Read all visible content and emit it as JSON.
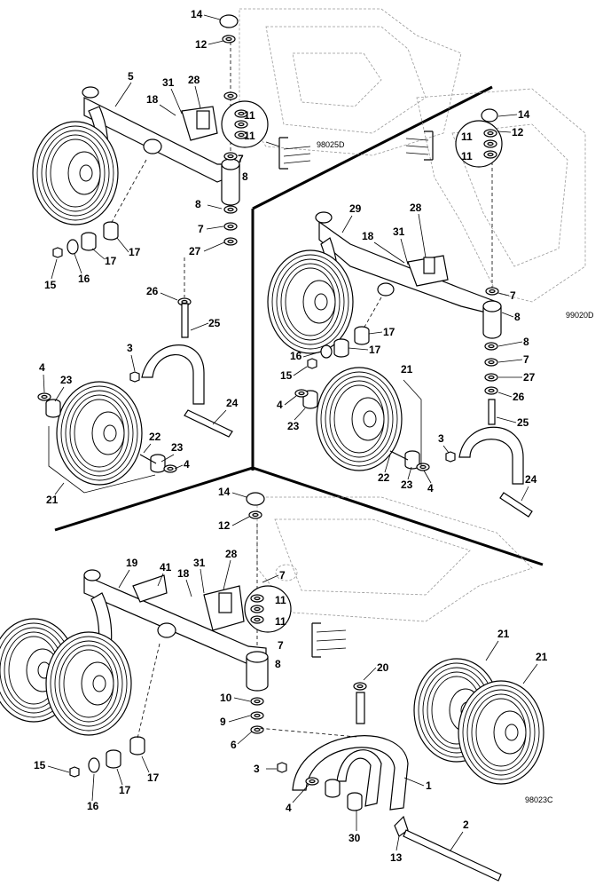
{
  "figure_codes": {
    "top_left": "98025D",
    "right": "99020D",
    "bottom": "98023C"
  },
  "callouts": {
    "tl": [
      "14",
      "12",
      "5",
      "31",
      "28",
      "18",
      "11",
      "11",
      "7",
      "8",
      "8",
      "7",
      "27",
      "17",
      "17",
      "16",
      "15",
      "26",
      "25",
      "3",
      "4",
      "23",
      "24",
      "22",
      "23",
      "4",
      "21"
    ],
    "r": [
      "14",
      "12",
      "11",
      "11",
      "29",
      "28",
      "31",
      "18",
      "7",
      "8",
      "17",
      "17",
      "16",
      "15",
      "8",
      "7",
      "27",
      "26",
      "21",
      "4",
      "23",
      "25",
      "3",
      "22",
      "23",
      "4",
      "24"
    ],
    "b": [
      "14",
      "12",
      "19",
      "41",
      "31",
      "18",
      "28",
      "7",
      "11",
      "11",
      "7",
      "8",
      "10",
      "9",
      "6",
      "20",
      "21",
      "21",
      "15",
      "16",
      "17",
      "17",
      "3",
      "4",
      "30",
      "1",
      "13",
      "2"
    ]
  }
}
